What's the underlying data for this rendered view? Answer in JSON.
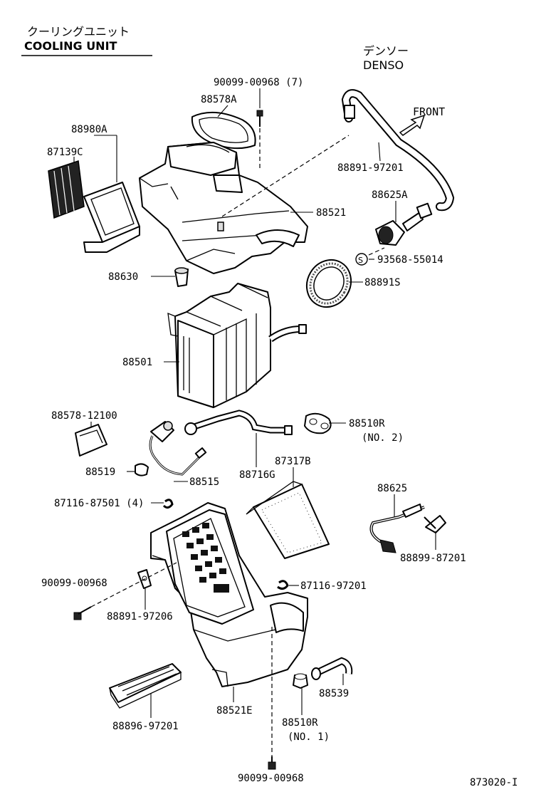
{
  "title_jp": "クーリングユニット",
  "title_en": "COOLING UNIT",
  "maker_jp": "デンソー",
  "maker_en": "DENSO",
  "front_label": "FRONT",
  "figure_code": "873020-I",
  "labels": {
    "p_90099_00968_7": "90099-00968 (7)",
    "p_88578A": "88578A",
    "p_88980A": "88980A",
    "p_87139C": "87139C",
    "p_88891_97201": "88891-97201",
    "p_88625A": "88625A",
    "p_88521": "88521",
    "p_93568_55014": "93568-55014",
    "p_88630": "88630",
    "p_88891S": "88891S",
    "p_88501": "88501",
    "p_88578_12100": "88578-12100",
    "p_88510R_top": "88510R",
    "p_no2": "(NO. 2)",
    "p_88519": "88519",
    "p_88515": "88515",
    "p_88716G": "88716G",
    "p_87317B": "87317B",
    "p_87116_87501_4": "87116-87501 (4)",
    "p_88625": "88625",
    "p_88899_87201": "88899-87201",
    "p_90099_00968_mid": "90099-00968",
    "p_87116_97201": "87116-97201",
    "p_88891_97206": "88891-97206",
    "p_88539": "88539",
    "p_88896_97201": "88896-97201",
    "p_88521E": "88521E",
    "p_88510R_bot": "88510R",
    "p_no1": "(NO. 1)",
    "p_90099_00968_bot": "90099-00968"
  }
}
